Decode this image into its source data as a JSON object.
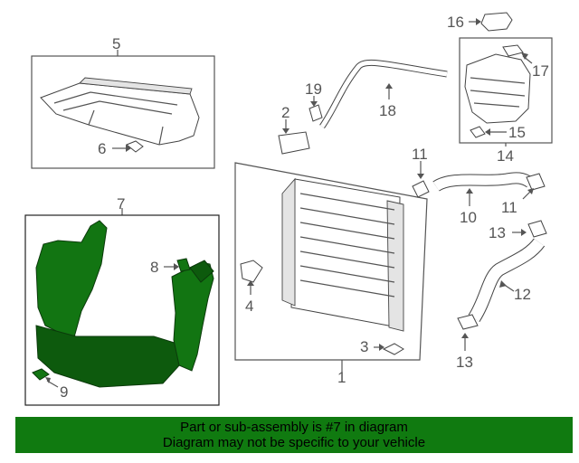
{
  "callouts": {
    "c1": "1",
    "c2": "2",
    "c3": "3",
    "c4": "4",
    "c5": "5",
    "c6": "6",
    "c7": "7",
    "c8": "8",
    "c9": "9",
    "c10": "10",
    "c11a": "11",
    "c11b": "11",
    "c12": "12",
    "c13a": "13",
    "c13b": "13",
    "c14": "14",
    "c15": "15",
    "c16": "16",
    "c17": "17",
    "c18": "18",
    "c19": "19"
  },
  "banner": {
    "line1": "Part or sub-assembly is #7 in diagram",
    "line2": "Diagram may not be specific to your vehicle"
  },
  "colors": {
    "highlight": "#127512",
    "banner": "#107a10",
    "linework": "#555555"
  },
  "highlighted_part": "7"
}
